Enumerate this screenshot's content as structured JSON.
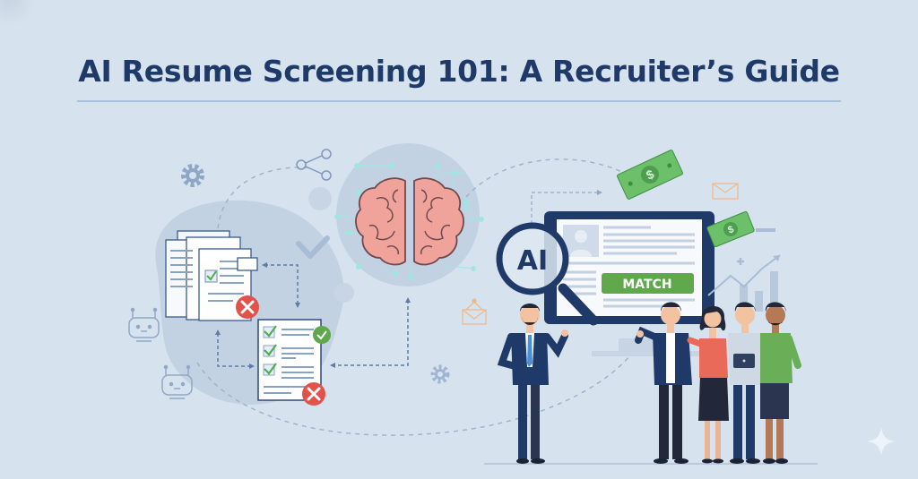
{
  "header": {
    "title": "AI Resume Screening 101: A Recruiter’s Guide"
  },
  "illustration": {
    "magnifier_label": "AI",
    "match_badge": "MATCH",
    "icons": [
      "gear-icon",
      "share-icon",
      "checkmark-icon",
      "robot-icon",
      "brain-icon",
      "resume-stack-icon",
      "checklist-document-icon",
      "reject-x-icon",
      "approve-check-icon",
      "envelope-icon",
      "dollar-bill-icon",
      "growth-chart-icon",
      "sparkle-icon"
    ],
    "people_count": 5
  },
  "colors": {
    "background": "#d6e3ef",
    "title": "#1f3a68",
    "accent_navy": "#1f3a68",
    "match_green": "#5fa84c",
    "reject_red": "#e2524a",
    "brain_pink": "#f0a39a",
    "money_green": "#6cc06a",
    "envelope_orange": "#f0b98a"
  }
}
